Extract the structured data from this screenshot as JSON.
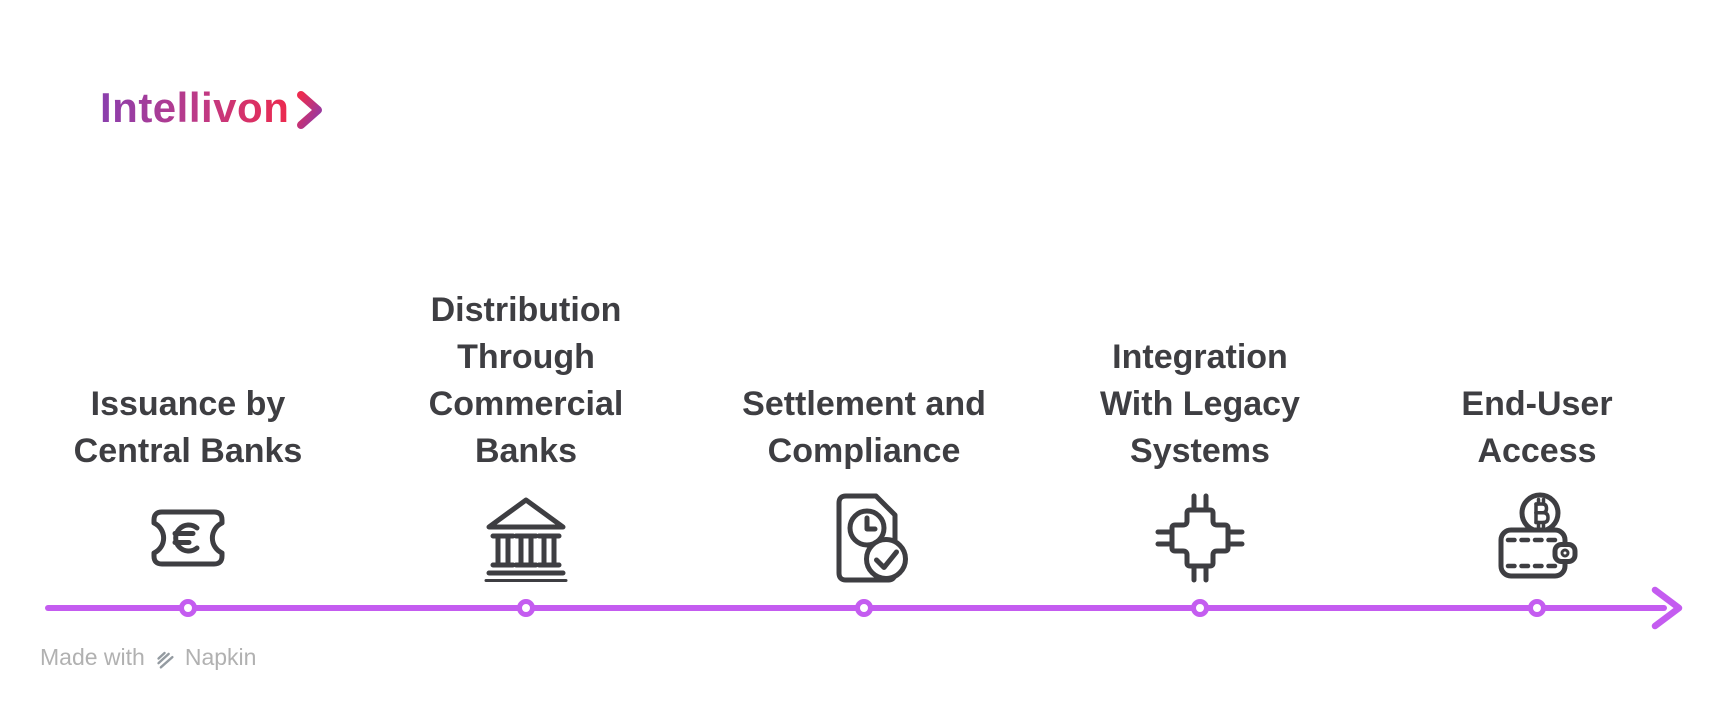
{
  "logo": {
    "name": "Intellivon"
  },
  "steps": [
    {
      "title": [
        "Issuance by",
        "Central Banks"
      ],
      "icon": "euro-banknote-icon"
    },
    {
      "title": [
        "Distribution",
        "Through",
        "Commercial",
        "Banks"
      ],
      "icon": "bank-building-icon"
    },
    {
      "title": [
        "Settlement and",
        "Compliance"
      ],
      "icon": "document-clock-check-icon"
    },
    {
      "title": [
        "Integration",
        "With Legacy",
        "Systems"
      ],
      "icon": "circuit-connector-icon"
    },
    {
      "title": [
        "End-User",
        "Access"
      ],
      "icon": "bitcoin-wallet-icon"
    }
  ],
  "timeline": {
    "node_count": 5,
    "direction": "left-to-right"
  },
  "watermark": {
    "prefix": "Made with",
    "brand": "Napkin"
  },
  "colors": {
    "timeline_purple": "#c45cf0",
    "icon_stroke": "#3e3e42",
    "title_text": "#3e3e42",
    "logo_gradient": [
      "#8a3fae",
      "#c03984",
      "#ec2a4e"
    ],
    "watermark_gray": "#b1b1b1",
    "background": "#ffffff"
  }
}
